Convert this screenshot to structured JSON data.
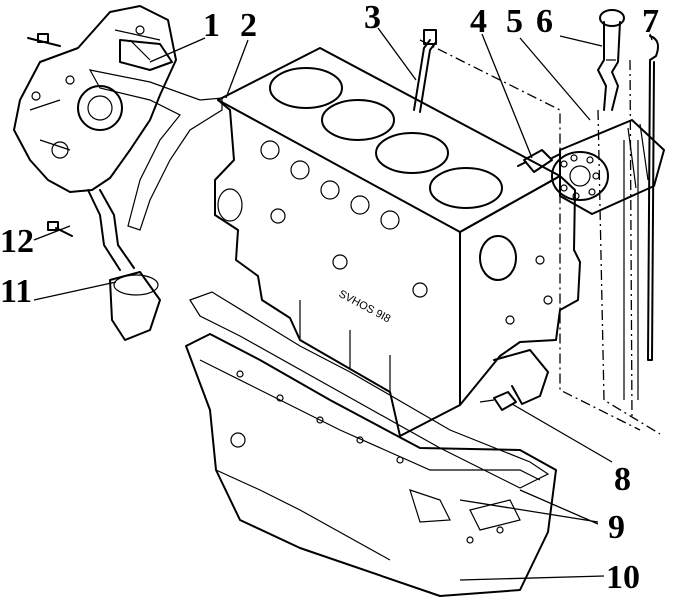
{
  "callouts": [
    {
      "id": "1",
      "text": "1"
    },
    {
      "id": "2",
      "text": "2"
    },
    {
      "id": "3",
      "text": "3"
    },
    {
      "id": "4",
      "text": "4"
    },
    {
      "id": "5",
      "text": "5"
    },
    {
      "id": "6",
      "text": "6"
    },
    {
      "id": "7",
      "text": "7"
    },
    {
      "id": "8",
      "text": "8"
    },
    {
      "id": "9",
      "text": "9"
    },
    {
      "id": "10",
      "text": "10"
    },
    {
      "id": "11",
      "text": "11"
    },
    {
      "id": "12",
      "text": "12"
    }
  ],
  "block_casting_text": "SVHOS 9I8"
}
